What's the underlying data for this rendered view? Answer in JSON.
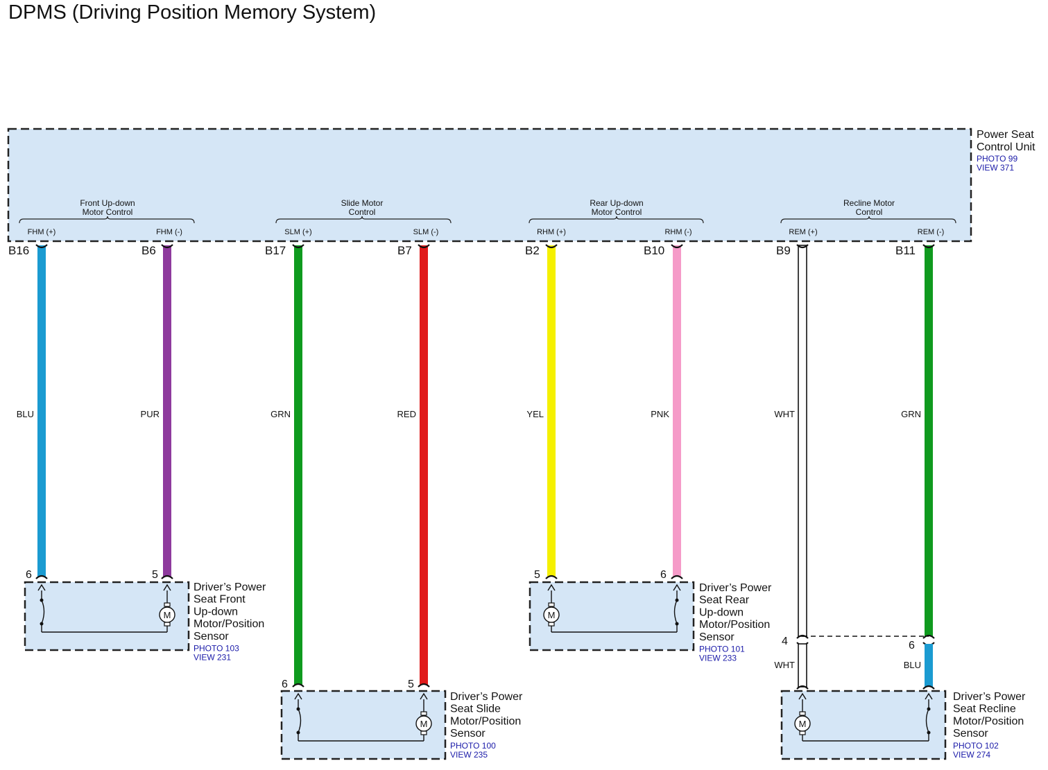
{
  "title": "DPMS (Driving Position Memory System)",
  "control_unit": {
    "name_line1": "Power Seat",
    "name_line2": "Control Unit",
    "photo": "PHOTO 99",
    "view": "VIEW 371"
  },
  "groups": [
    {
      "line1": "Front Up-down",
      "line2": "Motor Control"
    },
    {
      "line1": "Slide Motor",
      "line2": "Control"
    },
    {
      "line1": "Rear Up-down",
      "line2": "Motor Control"
    },
    {
      "line1": "Recline Motor",
      "line2": "Control"
    }
  ],
  "wires": [
    {
      "terminal": "FHM (+)",
      "pin": "B16",
      "color_label": "BLU",
      "color": "#1b9bd1",
      "end_pin": "6"
    },
    {
      "terminal": "FHM (-)",
      "pin": "B6",
      "color_label": "PUR",
      "color": "#8e3a9d",
      "end_pin": "5"
    },
    {
      "terminal": "SLM (+)",
      "pin": "B17",
      "color_label": "GRN",
      "color": "#0f9a1e",
      "end_pin": "6"
    },
    {
      "terminal": "SLM (-)",
      "pin": "B7",
      "color_label": "RED",
      "color": "#e01b1b",
      "end_pin": "5"
    },
    {
      "terminal": "RHM (+)",
      "pin": "B2",
      "color_label": "YEL",
      "color": "#f5f000",
      "end_pin": "5"
    },
    {
      "terminal": "RHM (-)",
      "pin": "B10",
      "color_label": "PNK",
      "color": "#f59bc8",
      "end_pin": "6"
    },
    {
      "terminal": "REM (+)",
      "pin": "B9",
      "color_label": "WHT",
      "color": "#ffffff",
      "end_pin": "4",
      "lower_color_label": "WHT",
      "lower_color": "#ffffff"
    },
    {
      "terminal": "REM (-)",
      "pin": "B11",
      "color_label": "GRN",
      "color": "#0f9a1e",
      "end_pin": "6",
      "lower_color_label": "BLU",
      "lower_color": "#1b9bd1"
    }
  ],
  "sensors": [
    {
      "lines": [
        "Driver’s Power",
        "Seat Front",
        "Up-down",
        "Motor/Position",
        "Sensor"
      ],
      "photo": "PHOTO 103",
      "view": "VIEW 231"
    },
    {
      "lines": [
        "Driver’s Power",
        "Seat Slide",
        "Motor/Position",
        "Sensor"
      ],
      "photo": "PHOTO 100",
      "view": "VIEW 235"
    },
    {
      "lines": [
        "Driver’s Power",
        "Seat Rear",
        "Up-down",
        "Motor/Position",
        "Sensor"
      ],
      "photo": "PHOTO 101",
      "view": "VIEW 233"
    },
    {
      "lines": [
        "Driver’s Power",
        "Seat Recline",
        "Motor/Position",
        "Sensor"
      ],
      "photo": "PHOTO 102",
      "view": "VIEW 274"
    }
  ],
  "motor_symbol": "M",
  "colors": {
    "box_fill": "#d5e6f6",
    "ref_text": "#1a1aa8",
    "border": "#222222"
  }
}
